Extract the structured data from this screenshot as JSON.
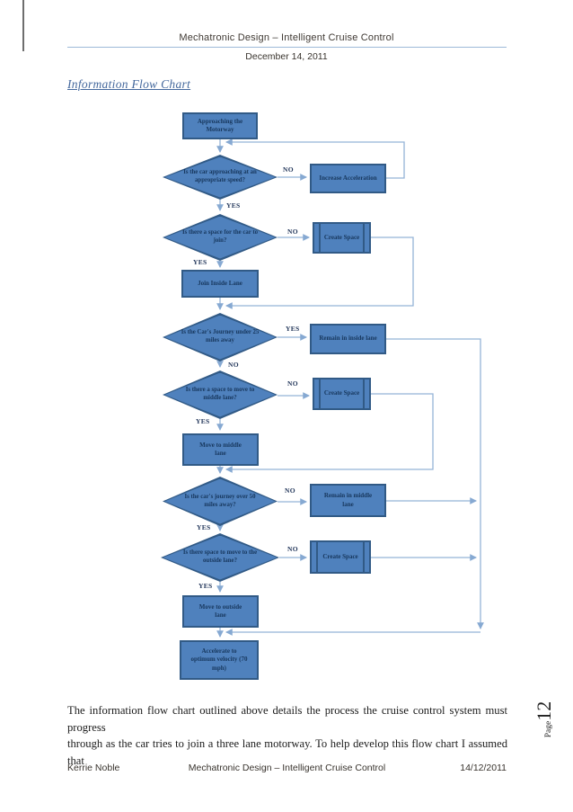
{
  "header": {
    "title": "Mechatronic Design – Intelligent Cruise Control",
    "date": "December 14, 2011"
  },
  "section_heading": "Information Flow Chart",
  "flowchart": {
    "nodes": [
      {
        "id": "start",
        "type": "process",
        "label": "Approaching the Motorway"
      },
      {
        "id": "d-speed",
        "type": "decision",
        "label": "Is the car approaching at an appropriate speed?"
      },
      {
        "id": "increase-accel",
        "type": "process",
        "label": "Increase Acceleration"
      },
      {
        "id": "d-space-join",
        "type": "decision",
        "label": "Is there a space for the car to join?"
      },
      {
        "id": "create-space-1",
        "type": "predefined",
        "label": "Create Space"
      },
      {
        "id": "join-inside",
        "type": "process",
        "label": "Join Inside Lane"
      },
      {
        "id": "d-under-25",
        "type": "decision",
        "label": "Is the Car's Journey under 25 miles away"
      },
      {
        "id": "remain-inside",
        "type": "process",
        "label": "Remain in inside lane"
      },
      {
        "id": "d-space-middle",
        "type": "decision",
        "label": "Is there a space to move to middle lane?"
      },
      {
        "id": "create-space-2",
        "type": "predefined",
        "label": "Create Space"
      },
      {
        "id": "move-middle",
        "type": "process",
        "label": "Move to middle lane"
      },
      {
        "id": "d-over-50",
        "type": "decision",
        "label": "Is the car's journey over 50 miles away?"
      },
      {
        "id": "remain-middle",
        "type": "process",
        "label": "Remain in middle lane"
      },
      {
        "id": "d-space-outside",
        "type": "decision",
        "label": "Is there space to move to the outside lane?"
      },
      {
        "id": "create-space-3",
        "type": "predefined",
        "label": "Create Space"
      },
      {
        "id": "move-outside",
        "type": "process",
        "label": "Move to outside lane"
      },
      {
        "id": "accelerate",
        "type": "process",
        "label": "Accelerate to optimum velocity (70 mph)"
      }
    ],
    "branch_labels": [
      "NO",
      "YES",
      "NO",
      "YES",
      "YES",
      "NO",
      "NO",
      "YES",
      "NO",
      "YES",
      "NO",
      "YES"
    ],
    "edges": [
      {
        "from": "start",
        "to": "d-speed"
      },
      {
        "from": "d-speed",
        "to": "increase-accel",
        "label": "NO"
      },
      {
        "from": "increase-accel",
        "to": "d-speed",
        "loop": true
      },
      {
        "from": "d-speed",
        "to": "d-space-join",
        "label": "YES"
      },
      {
        "from": "d-space-join",
        "to": "create-space-1",
        "label": "NO"
      },
      {
        "from": "create-space-1",
        "to": "d-under-25",
        "loop": true
      },
      {
        "from": "d-space-join",
        "to": "join-inside",
        "label": "YES"
      },
      {
        "from": "join-inside",
        "to": "d-under-25"
      },
      {
        "from": "d-under-25",
        "to": "remain-inside",
        "label": "YES"
      },
      {
        "from": "remain-inside",
        "to": "accelerate",
        "loop": true
      },
      {
        "from": "d-under-25",
        "to": "d-space-middle",
        "label": "NO"
      },
      {
        "from": "d-space-middle",
        "to": "create-space-2",
        "label": "NO"
      },
      {
        "from": "create-space-2",
        "to": "d-over-50",
        "loop": true
      },
      {
        "from": "d-space-middle",
        "to": "move-middle",
        "label": "YES"
      },
      {
        "from": "move-middle",
        "to": "d-over-50"
      },
      {
        "from": "d-over-50",
        "to": "remain-middle",
        "label": "NO"
      },
      {
        "from": "remain-middle",
        "to": "accelerate",
        "loop": true
      },
      {
        "from": "d-over-50",
        "to": "d-space-outside",
        "label": "YES"
      },
      {
        "from": "d-space-outside",
        "to": "create-space-3",
        "label": "NO"
      },
      {
        "from": "create-space-3",
        "to": "accelerate",
        "loop": true
      },
      {
        "from": "d-space-outside",
        "to": "move-outside",
        "label": "YES"
      },
      {
        "from": "move-outside",
        "to": "accelerate"
      }
    ]
  },
  "body": {
    "line1": "The information flow chart outlined above details the process the cruise control system must progress",
    "line2": "through as the car tries to join a three lane motorway.  To help develop this flow chart I assumed that"
  },
  "footer": {
    "author": "Kerrie Noble",
    "title": "Mechatronic Design – Intelligent Cruise Control",
    "date": "14/12/2011"
  },
  "page_number": {
    "label": "Page",
    "number": "12"
  },
  "colors": {
    "node_fill": "#4f81bd",
    "node_border": "#315a86",
    "node_text": "#17375d",
    "connector": "#95b3d7",
    "heading_blue": "#44689d",
    "header_rule": "#9db9d8",
    "header_text": "#3f3933",
    "body_text": "#1b1b1b"
  }
}
